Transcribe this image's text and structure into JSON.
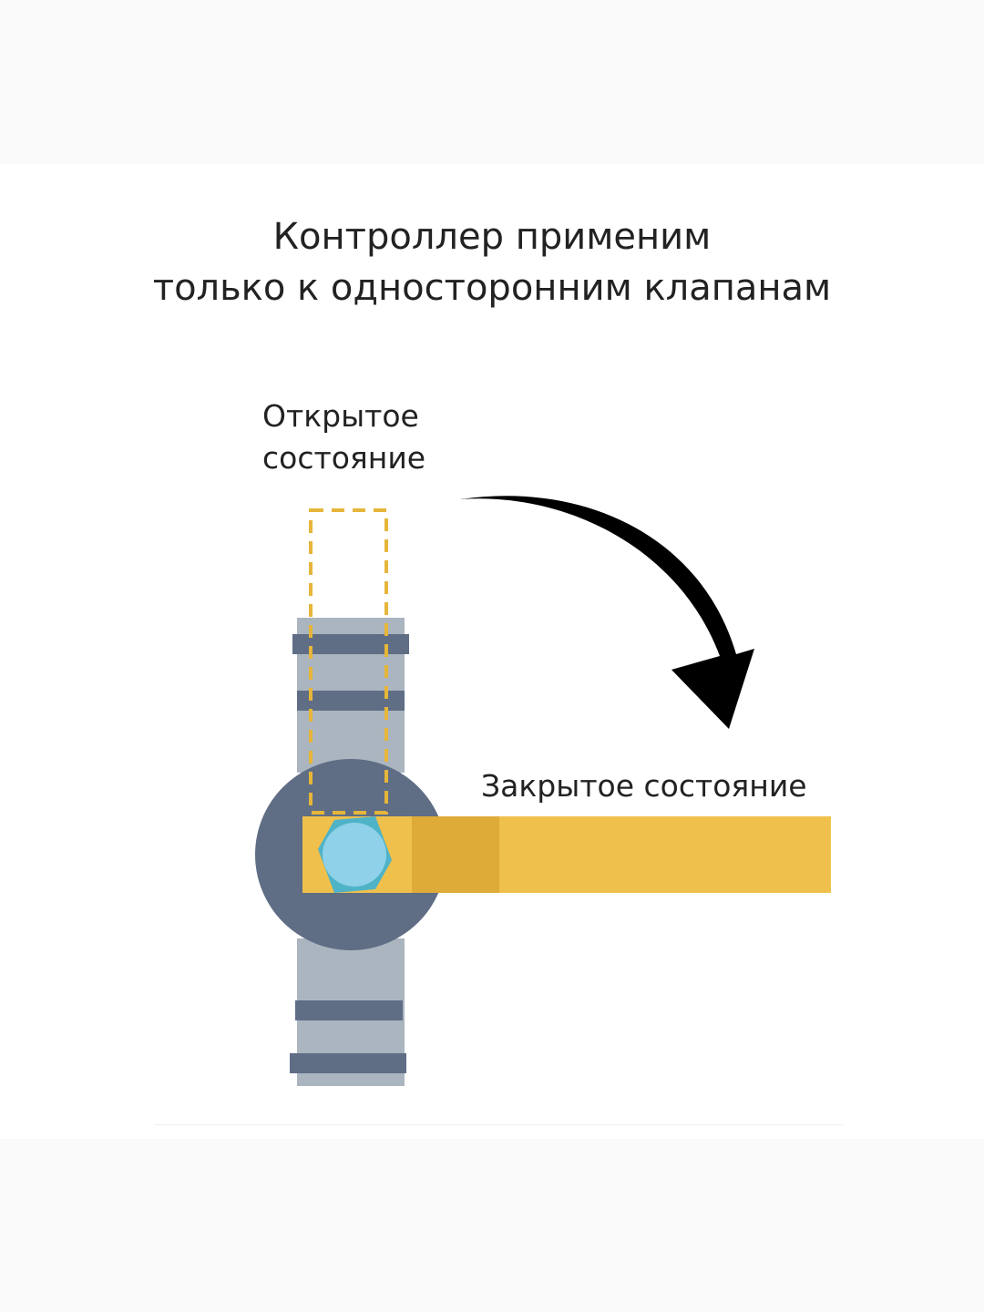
{
  "title": {
    "line1": "Контроллер применим",
    "line2": "только к односторонним клапанам"
  },
  "labels": {
    "open_line1": "Открытое",
    "open_line2": "состояние",
    "closed": "Закрытое состояние"
  },
  "colors": {
    "pipe": "#aab5c0",
    "ring": "#5f6d85",
    "body": "#5f6d85",
    "handle": "#efc04c",
    "handle_dark": "#dfab38",
    "nut_outer": "#4fb3c8",
    "nut_inner": "#8fd1e8",
    "dashed_outline": "#e6b63a",
    "arrow": "#000000",
    "text": "#222222"
  },
  "icons": {
    "arrow": "curved-arrow-icon",
    "valve": "ball-valve-icon"
  }
}
